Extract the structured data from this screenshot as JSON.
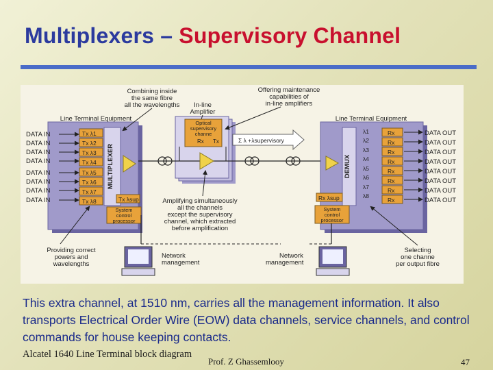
{
  "slide": {
    "title_part1": "Multiplexers – ",
    "title_part2": "Supervisory Channel",
    "body_text": "This extra channel, at 1510 nm, carries all the management information. It also transports Electrical Order Wire (EOW) data channels, service channels, and control commands for house keeping contacts.",
    "footer_left": "Alcatel 1640 Line Terminal block diagram",
    "footer_center": "Prof. Z Ghassemlooy",
    "page_number": "47"
  },
  "colors": {
    "title_blue": "#2b3a9e",
    "title_red": "#c8102e",
    "rule_blue": "#4a6cc8",
    "body_blue": "#1a2a8a",
    "block_purple": "#a09aca",
    "block_orange": "#e8a23a",
    "triangle_yellow": "#f0d24a"
  },
  "diagram": {
    "callout_top_left": [
      "Combining inside",
      "the same fibre",
      "all the wavelengths"
    ],
    "callout_top_right": [
      "Offering maintenance",
      "capabilities of",
      "in-line amplifiers"
    ],
    "label_lte_left": "Line Terminal Equipment",
    "label_lte_right": "Line Terminal Equipment",
    "label_inline_amp": [
      "In-line",
      "Amplifier"
    ],
    "data_in": [
      "DATA IN",
      "DATA IN",
      "DATA IN",
      "DATA IN",
      "DATA IN",
      "DATA IN",
      "DATA IN",
      "DATA IN"
    ],
    "tx": [
      "Tx λ1",
      "Tx λ2",
      "Tx λ3",
      "Tx λ4",
      "Tx λ5",
      "Tx λ6",
      "Tx λ7",
      "Tx λ8"
    ],
    "tx_sup": "Tx λsup",
    "mux_label": "MULTIPLEXER",
    "demux_label": "DEMUX",
    "system_control": [
      "System",
      "control",
      "processor"
    ],
    "optical_supervisory": [
      "Optical",
      "supervisory",
      "channe"
    ],
    "osc_rx": "Rx",
    "osc_tx": "Tx",
    "sum_label": "Σ λ  +λsupervisory",
    "lambda_labels": [
      "λ1",
      "λ2",
      "λ3",
      "λ4",
      "λ5",
      "λ6",
      "λ7",
      "λ8"
    ],
    "rx": [
      "Rx",
      "Rx",
      "Rx",
      "Rx",
      "Rx",
      "Rx",
      "Rx",
      "Rx"
    ],
    "rx_sup": "Rx λsup",
    "data_out": [
      "DATA OUT",
      "DATA OUT",
      "DATA OUT",
      "DATA OUT",
      "DATA OUT",
      "DATA OUT",
      "DATA OUT",
      "DATA OUT"
    ],
    "callout_amplifying": [
      "Amplifying simultaneously",
      "all the channels",
      "except the supervisory",
      "channel, which extracted",
      "before amplification"
    ],
    "callout_providing": [
      "Providing correct",
      "powers and",
      "wavelengths"
    ],
    "network_mgmt_left": [
      "Network",
      "management"
    ],
    "network_mgmt_right": [
      "Network",
      "management"
    ],
    "callout_selecting": [
      "Selecting",
      "one channe",
      "per output fibre"
    ]
  }
}
